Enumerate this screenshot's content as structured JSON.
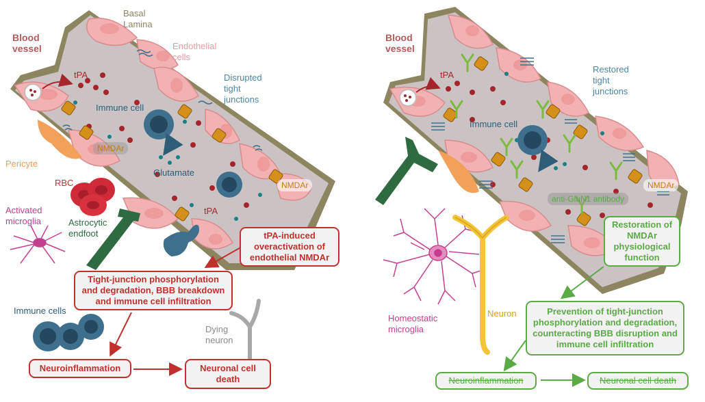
{
  "colors": {
    "vessel_fill": "#cbc3c3",
    "vessel_edge": "#8d8460",
    "endothelial": "#f2b2b4",
    "nucleus": "#ee9b9b",
    "tpa_dot": "#a4262c",
    "glutamate_dot": "#1a7f86",
    "nmdar": "#d5901b",
    "immune": "#2e5d78",
    "rbc": "#cf2a37",
    "astrocyte": "#2e6b40",
    "microglia": "#c33f8f",
    "neuron_yellow": "#f3c437",
    "dying_neuron": "#a8a8a8",
    "pericyte": "#f1a15a",
    "red_accent": "#c0312e",
    "green_accent": "#5aaa46"
  },
  "left": {
    "blood_vessel": "Blood\nvessel",
    "basal_lamina": "Basal\nLamina",
    "endothelial_cells": "Endothelial\ncells",
    "disrupted_tight_junctions": "Disrupted\ntight\njunctions",
    "tpa_top": "tPA",
    "tpa_bottom": "tPA",
    "immune_cell": "Immune cell",
    "nmdar_1": "NMDAr",
    "nmdar_2": "NMDAr",
    "glutamate": "Glutamate",
    "pericyte": "Pericyte",
    "rbc": "RBC",
    "activated_microglia": "Activated\nmicroglia",
    "astrocytic_endfoot": "Astrocytic\nendfoot",
    "immune_cells": "Immune cells",
    "dying_neuron": "Dying\nneuron",
    "box_tpa": "tPA-induced\noveractivation of\nendothelial NMDAr",
    "box_tight": "Tight-junction phosphorylation\nand degradation, BBB breakdown\nand immune cell infiltration",
    "box_neuroinflammation": "Neuroinflammation",
    "box_death": "Neuronal cell\ndeath"
  },
  "right": {
    "blood_vessel": "Blood\nvessel",
    "tpa": "tPA",
    "restored_tight_junctions": "Restored\ntight\njunctions",
    "immune_cell": "Immune cell",
    "nmdar": "NMDAr",
    "antibody": "anti-GluN1 antibody",
    "homeostatic_microglia": "Homeostatic\nmicroglia",
    "neuron": "Neuron",
    "box_restoration": "Restoration of\nNMDAr\nphysiological\nfunction",
    "box_prevention": "Prevention of tight-junction\nphosphorylation and degradation,\ncounteracting BBB disruption and\nimmune cell infiltration",
    "box_neuroinflammation": "Neuroinflammation",
    "box_death": "Neuronal cell death"
  }
}
